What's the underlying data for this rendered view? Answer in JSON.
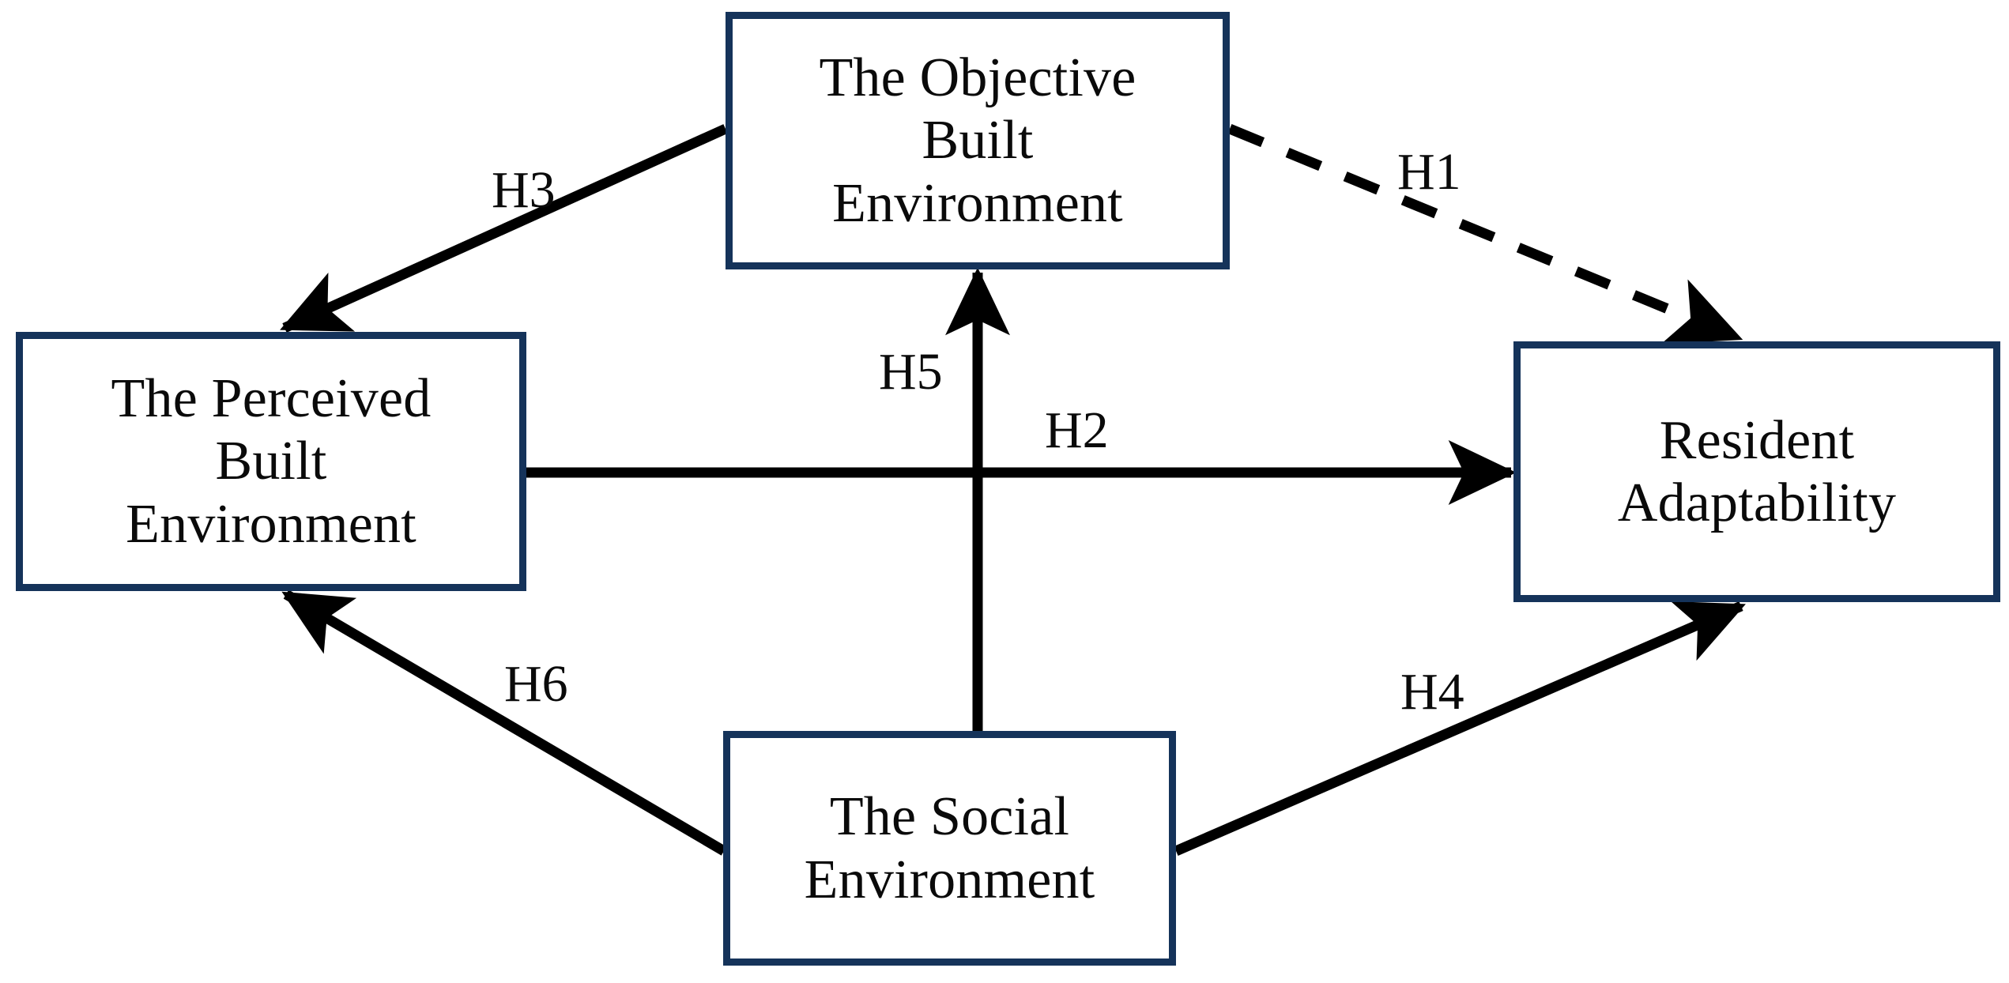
{
  "figure": {
    "type": "conceptual-path-diagram",
    "background_color": "#ffffff",
    "node_border_color": "#15335a",
    "edge_color": "#000000"
  },
  "nodes": {
    "objective_built_environment": {
      "label": "The Objective\nBuilt\nEnvironment"
    },
    "perceived_built_environment": {
      "label": "The Perceived\nBuilt\nEnvironment"
    },
    "resident_adaptability": {
      "label": "Resident\nAdaptability"
    },
    "social_environment": {
      "label": "The Social\nEnvironment"
    }
  },
  "edges": [
    {
      "id": "h1",
      "label": "H1",
      "from": "objective_built_environment",
      "to": "resident_adaptability",
      "style": "dashed",
      "arrow": "single"
    },
    {
      "id": "h2",
      "label": "H2",
      "from": "perceived_built_environment",
      "to": "resident_adaptability",
      "style": "solid",
      "arrow": "single"
    },
    {
      "id": "h3",
      "label": "H3",
      "from": "objective_built_environment",
      "to": "perceived_built_environment",
      "style": "solid",
      "arrow": "single"
    },
    {
      "id": "h4",
      "label": "H4",
      "from": "social_environment",
      "to": "resident_adaptability",
      "style": "solid",
      "arrow": "single"
    },
    {
      "id": "h5",
      "label": "H5",
      "from": "social_environment",
      "to": "objective_built_environment",
      "style": "solid",
      "arrow": "single"
    },
    {
      "id": "h6",
      "label": "H6",
      "from": "social_environment",
      "to": "perceived_built_environment",
      "style": "solid",
      "arrow": "single"
    }
  ]
}
